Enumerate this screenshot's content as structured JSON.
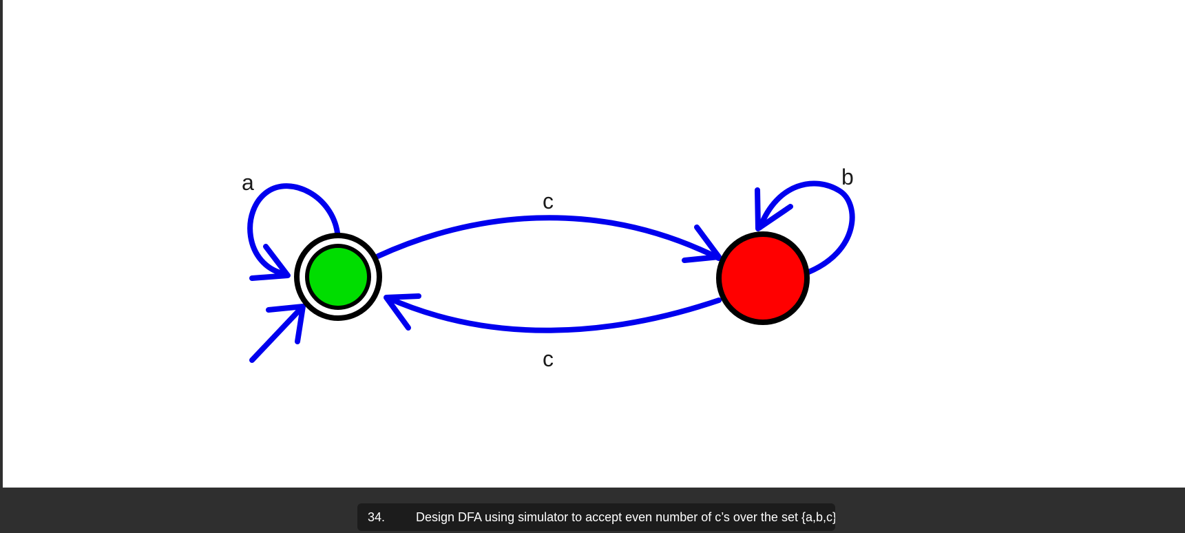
{
  "diagram": {
    "states": [
      {
        "id": "q0",
        "role": "start-accepting",
        "fill": "#00dd00"
      },
      {
        "id": "q1",
        "role": "rejecting",
        "fill": "#ff0000"
      }
    ],
    "transitions": [
      {
        "from": "q0",
        "to": "q0",
        "label": "a"
      },
      {
        "from": "q0",
        "to": "q1",
        "label": "c"
      },
      {
        "from": "q1",
        "to": "q0",
        "label": "c"
      },
      {
        "from": "q1",
        "to": "q1",
        "label": "b"
      }
    ],
    "edge_color": "#0000ee"
  },
  "caption": {
    "number": "34.",
    "text": "Design DFA  using simulator to  accept even number of c’s over the set {a,b,c}"
  }
}
